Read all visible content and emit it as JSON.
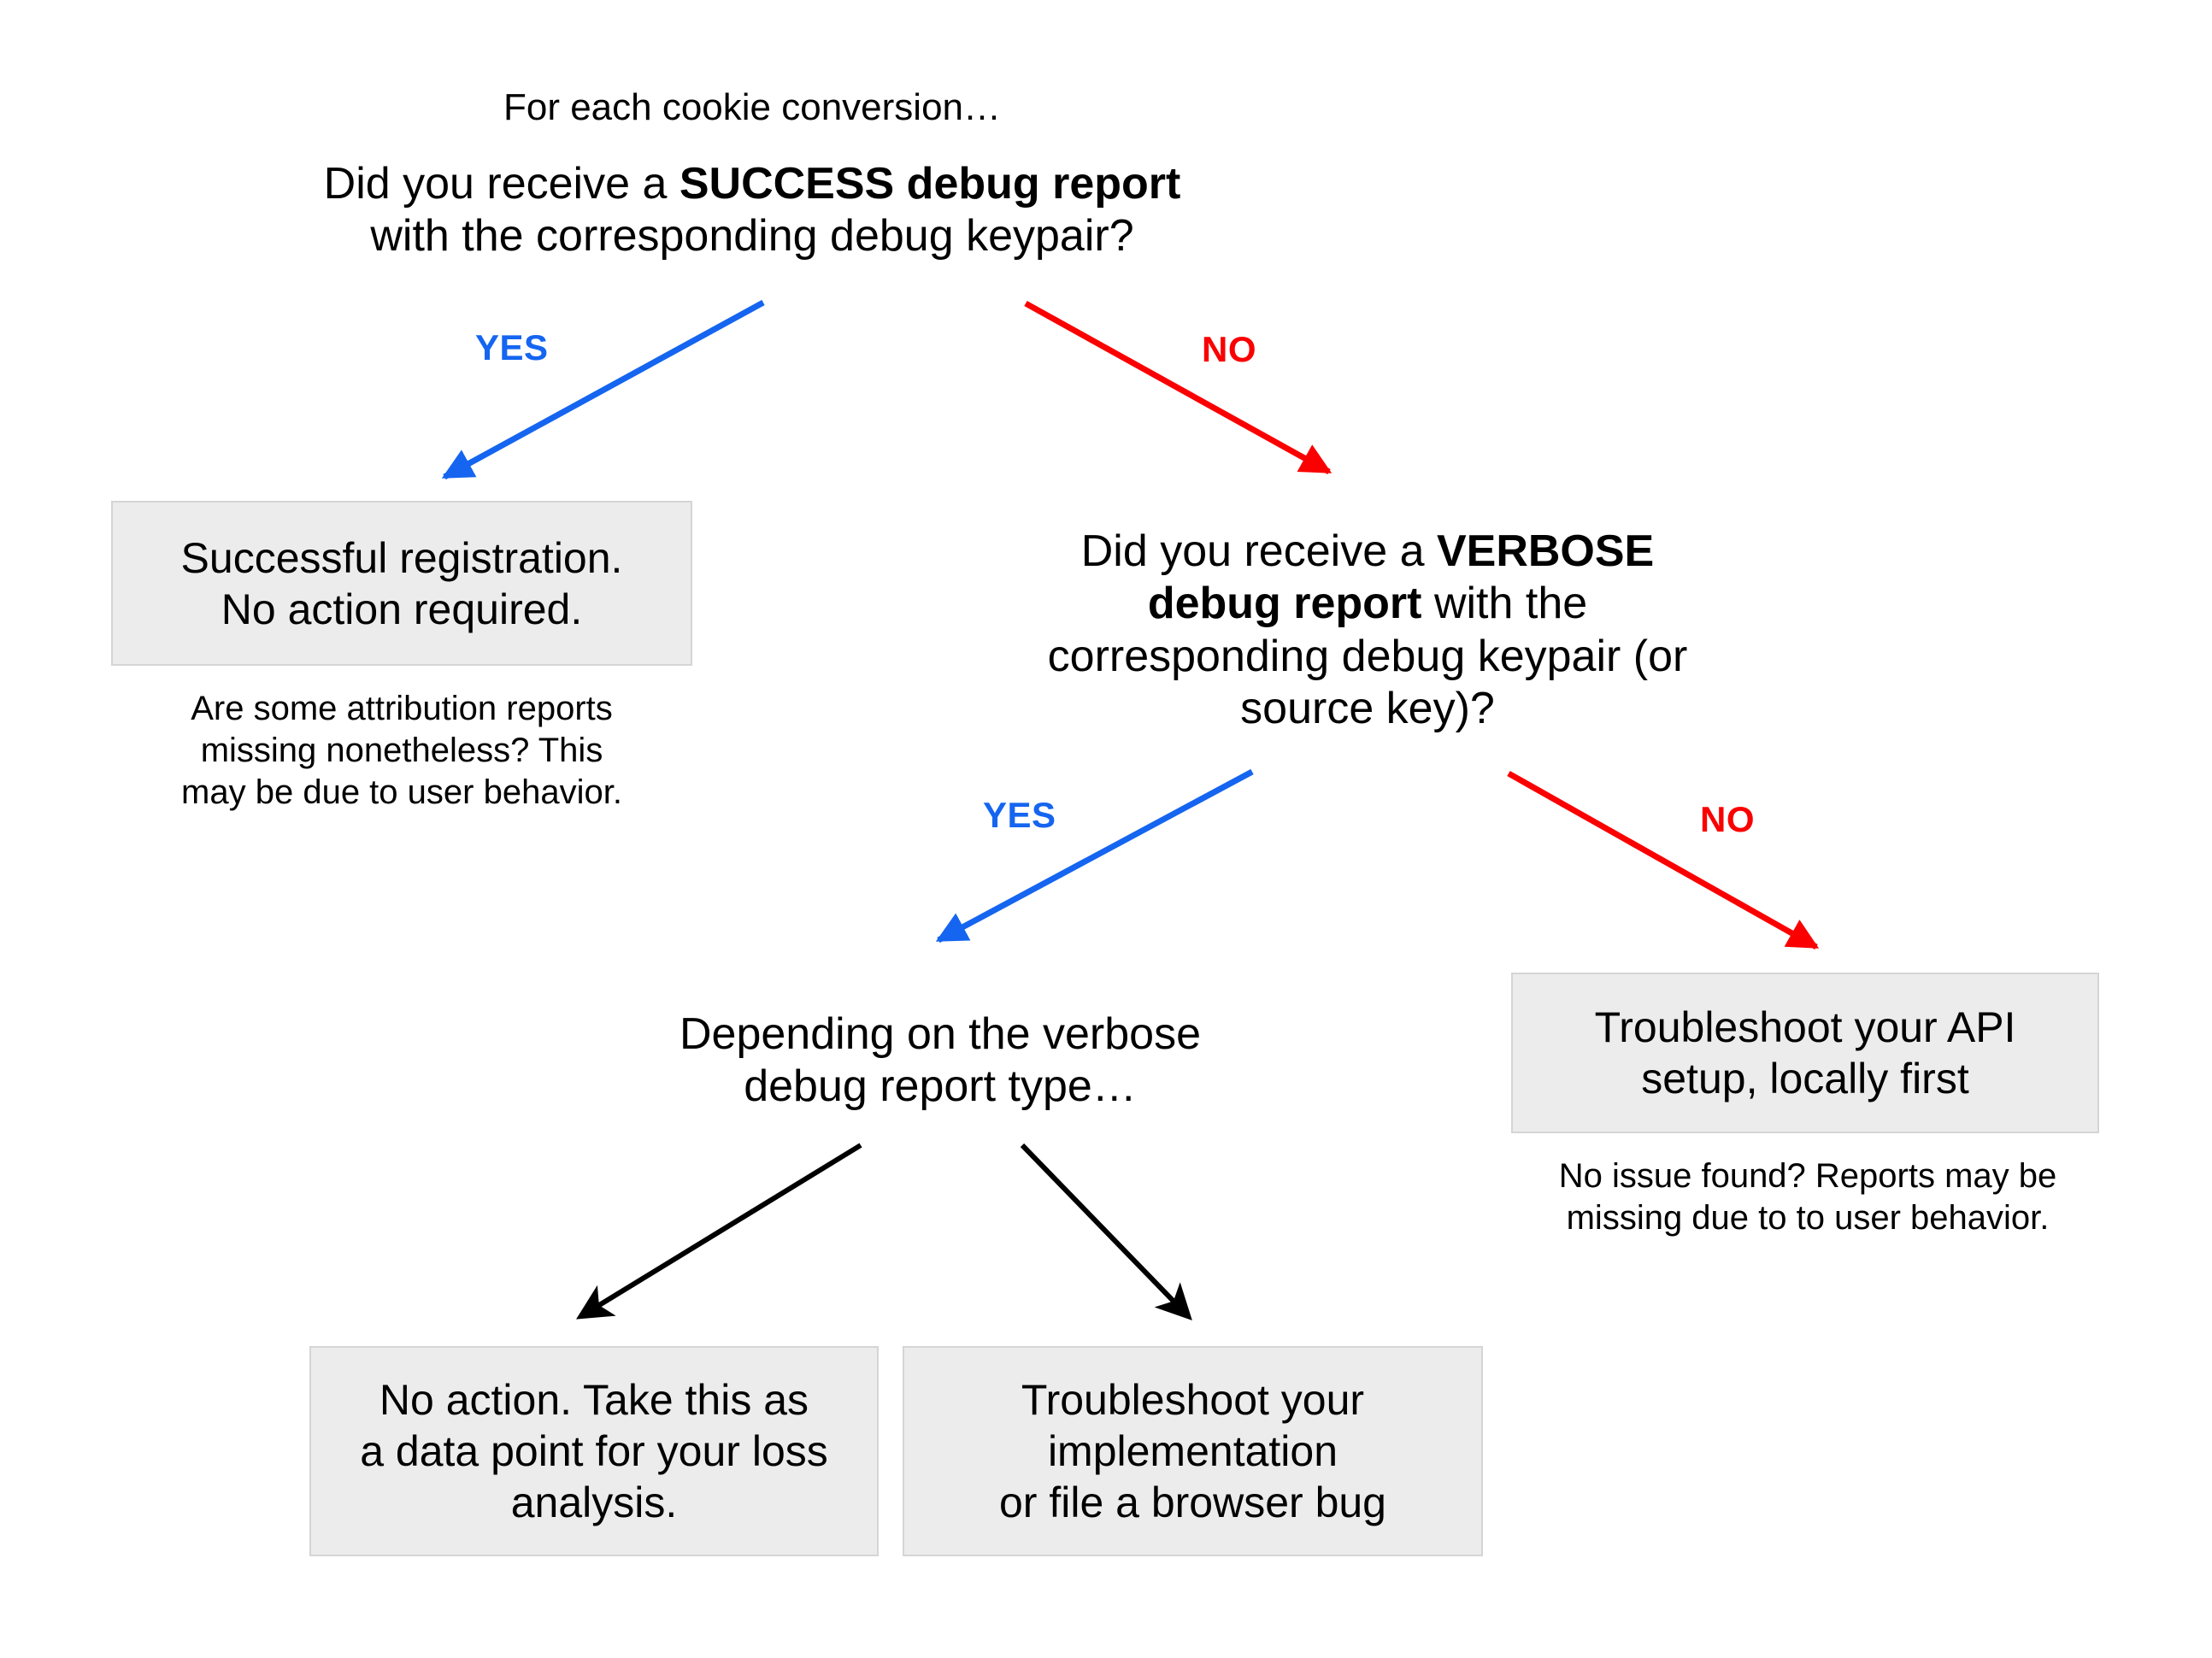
{
  "diagram": {
    "title": "For each cookie conversion…",
    "background_color": "#ffffff",
    "colors": {
      "yes": "#1565f0",
      "no": "#fb0000",
      "box_fill": "#ececec",
      "box_border": "#d5d5d5",
      "arrow_black": "#000000",
      "text": "#000000"
    }
  },
  "questions": {
    "q1_line1": "Did you receive a ",
    "q1_bold": "SUCCESS debug report",
    "q1_line2": " with the",
    "q1_line3": "corresponding debug keypair?",
    "q2_line1": "Did you receive a",
    "q2_bold": "VERBOSE debug report",
    "q2_after_bold": " with",
    "q2_line3": "the corresponding debug",
    "q2_line4": "keypair (or source key)?",
    "q3": "Depending on the verbose\ndebug report type…"
  },
  "edge_labels": {
    "yes_1": "YES",
    "no_1": "NO",
    "yes_2": "YES",
    "no_2": "NO"
  },
  "boxes": {
    "success": "Successful registration.\nNo action required.",
    "api_setup": "Troubleshoot your API\nsetup, locally first",
    "no_action": "No action. Take this as\na data point for your loss\nanalysis.",
    "troubleshoot_impl": "Troubleshoot your\nimplementation\nor file a browser bug"
  },
  "captions": {
    "success_note": "Are some attribution reports\nmissing nonetheless? This\nmay be due to user behavior.",
    "api_note": "No issue found? Reports may be\nmissing due to to user behavior."
  },
  "icons": {
    "arrow_yes_1": "arrow-down-left-blue",
    "arrow_no_1": "arrow-down-right-red",
    "arrow_yes_2": "arrow-down-left-blue",
    "arrow_no_2": "arrow-down-right-red",
    "arrow_left_black": "arrow-down-left-black",
    "arrow_right_black": "arrow-down-right-black"
  }
}
